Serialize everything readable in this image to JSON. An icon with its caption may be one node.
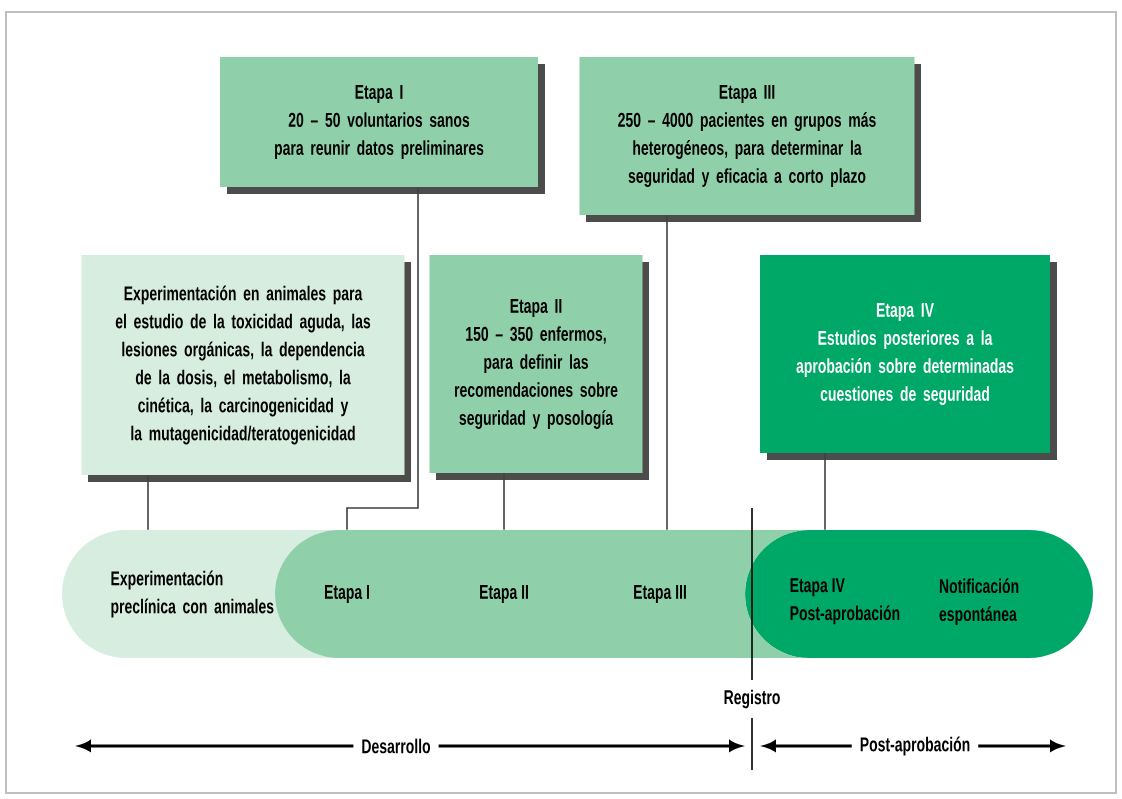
{
  "diagram": {
    "nodes": [
      {
        "text": [
          "Etapa I",
          "20 – 50 voluntarios sanos para reunir datos preliminares"
        ]
      },
      {
        "text": [
          "Etapa III",
          "250 – 4000 pacientes en grupos más heterogéneos, para determinar la seguridad y eficacia a corto plazo"
        ]
      },
      {
        "text": [
          "Experimentación en animales para el estudio de la toxicidad aguda, las lesiones orgánicas, la dependencia de la dosis, el metabolismo, la cinética, la carcinogenicidad y la mutagenicidad/teratogenicidad"
        ]
      },
      {
        "text": [
          "Etapa II",
          "150 – 350 enfermos, para definir las recomendaciones sobre seguridad y posología"
        ]
      },
      {
        "text": [
          "Etapa IV",
          "Estudios posteriores a la aprobación sobre determinadas cuestiones de seguridad"
        ]
      },
      {
        "text": [
          "Experimentación preclínica con animales"
        ]
      },
      {
        "text": [],
        "shape": "bar"
      },
      {
        "text": [
          "Etapa I"
        ],
        "in": 6
      },
      {
        "text": [
          "Etapa II"
        ],
        "in": 6
      },
      {
        "text": [
          "Etapa III"
        ],
        "in": 6
      },
      {
        "text": [
          "Etapa IV",
          "Post-aprobación",
          "Notificación espontánea"
        ]
      }
    ],
    "edges": [
      {
        "from": 0,
        "to": 6,
        "arrow": "none"
      },
      {
        "from": 2,
        "to": 5,
        "arrow": "none"
      },
      {
        "from": 3,
        "to": 8,
        "arrow": "none"
      },
      {
        "from": 1,
        "to": 9,
        "arrow": "none"
      },
      {
        "from": 4,
        "to": 10,
        "arrow": "none"
      }
    ],
    "labels": [
      "Registro",
      "Desarrollo",
      "Post-aprobación"
    ]
  }
}
